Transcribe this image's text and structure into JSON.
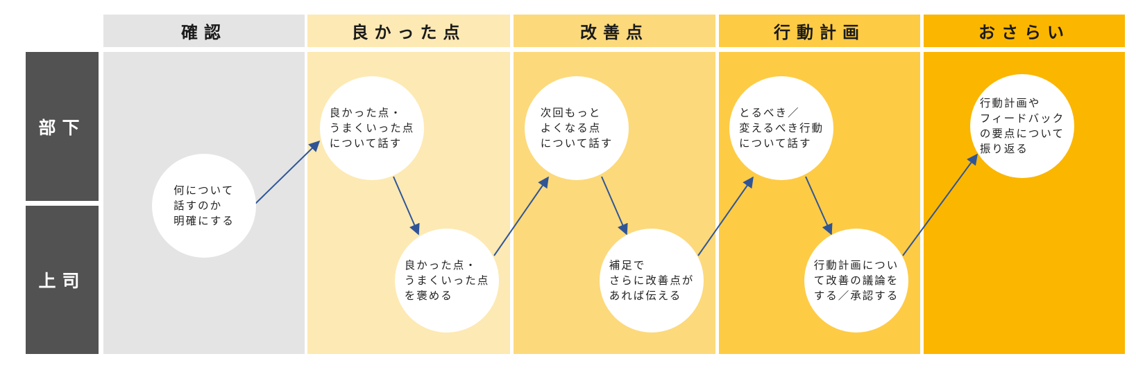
{
  "columns": [
    {
      "label": "確認",
      "color": "#e4e4e4"
    },
    {
      "label": "良かった点",
      "color": "#fde9b3"
    },
    {
      "label": "改善点",
      "color": "#fcd97b"
    },
    {
      "label": "行動計画",
      "color": "#fecb45"
    },
    {
      "label": "おさらい",
      "color": "#fbb600"
    }
  ],
  "roles": [
    {
      "label": "部下"
    },
    {
      "label": "上司"
    }
  ],
  "steps": [
    {
      "text": "何について\n話すのか\n明確にする"
    },
    {
      "text": "良かった点・\nうまくいった点\nについて話す"
    },
    {
      "text": "良かった点・\nうまくいった点\nを褒める"
    },
    {
      "text": "次回もっと\nよくなる点\nについて話す"
    },
    {
      "text": "補足で\nさらに改善点が\nあれば伝える"
    },
    {
      "text": "とるべき／\n変えるべき行動\nについて話す"
    },
    {
      "text": "行動計画につい\nて改善の議論を\nする／承認する"
    },
    {
      "text": "行動計画や\nフィードバック\nの要点について\n振り返る"
    }
  ],
  "colors": {
    "role_bg": "#525252",
    "arrow": "#2f5597",
    "circle": "#ffffff"
  }
}
